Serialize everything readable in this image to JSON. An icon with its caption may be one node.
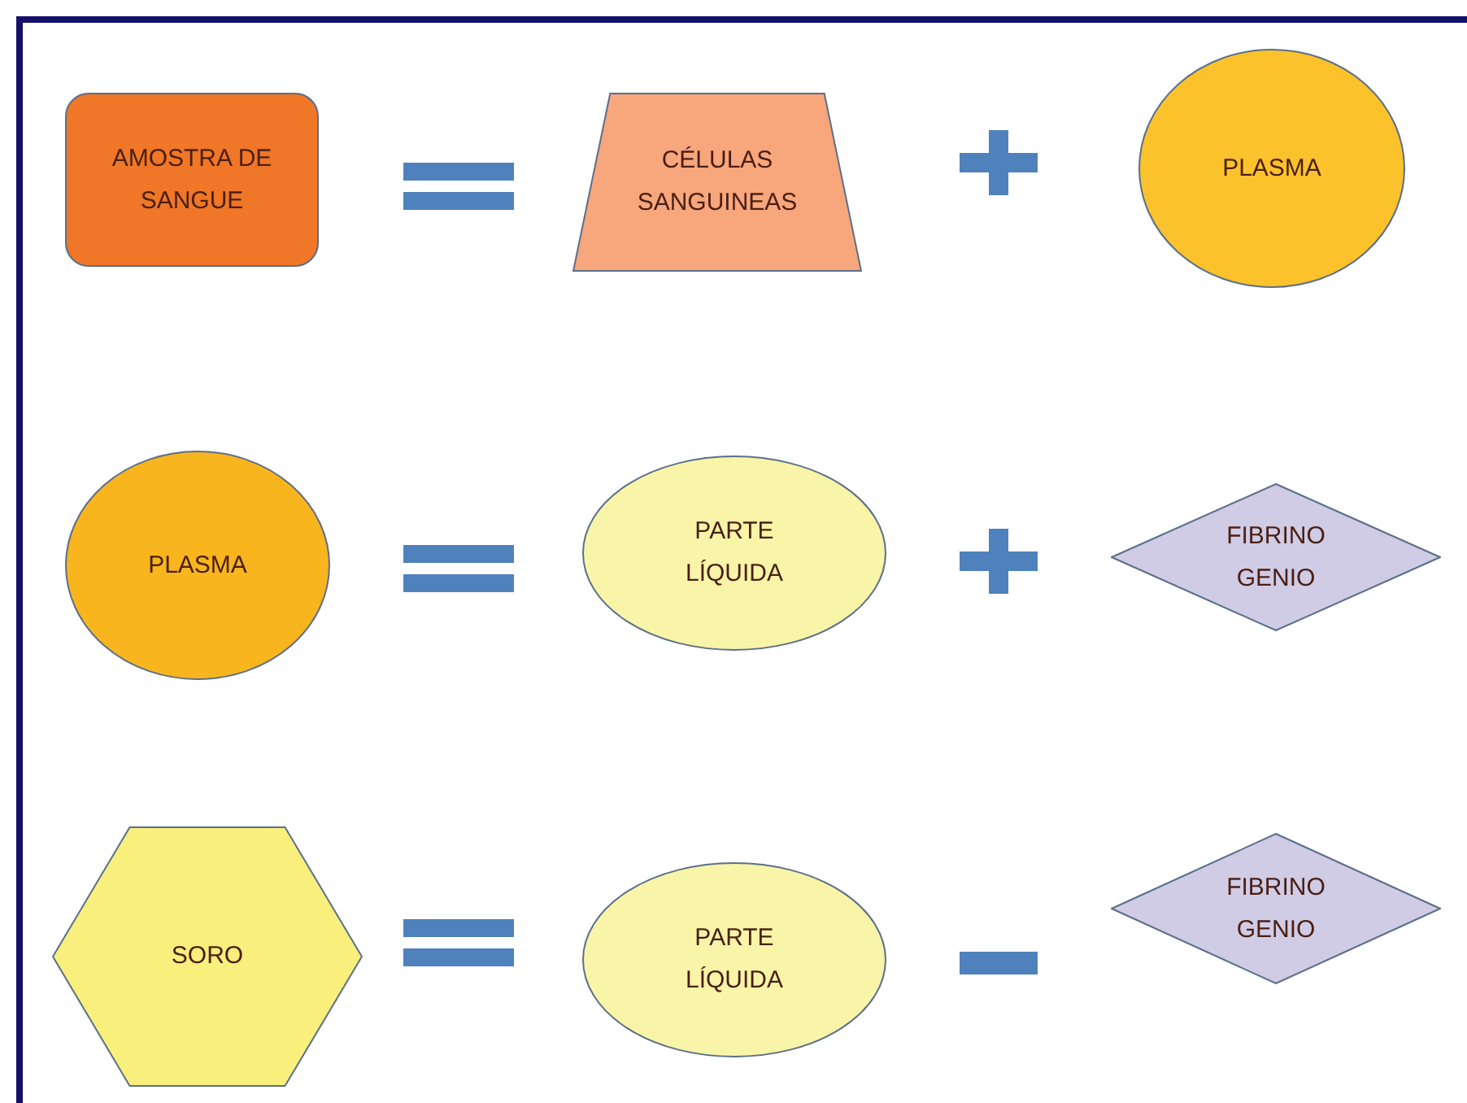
{
  "diagram": {
    "nodes": [
      {
        "text": [
          "AMOSTRA DE SANGUE"
        ]
      },
      {
        "text": [
          "CÉLULAS SANGUINEAS"
        ]
      },
      {
        "text": [
          "PLASMA"
        ]
      },
      {
        "text": [
          "PLASMA"
        ]
      },
      {
        "text": [
          "PARTE LÍQUIDA"
        ]
      },
      {
        "text": [
          "FIBRINO GENIO"
        ]
      },
      {
        "text": [
          "SORO"
        ]
      },
      {
        "text": [
          "PARTE LÍQUIDA"
        ]
      },
      {
        "text": [
          "FIBRINO GENIO"
        ]
      }
    ]
  }
}
